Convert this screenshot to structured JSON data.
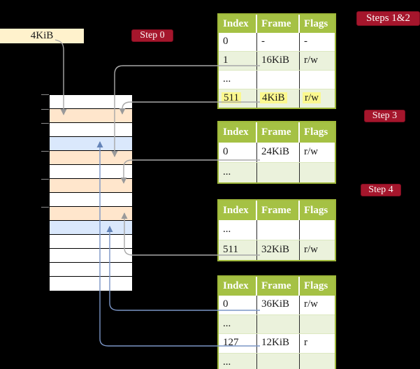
{
  "frame_label": {
    "text": "4KiB"
  },
  "badges": {
    "step0": {
      "label": "Step 0"
    },
    "steps12": {
      "label": "Steps 1&2"
    },
    "step3": {
      "label": "Step 3"
    },
    "step4": {
      "label": "Step 4"
    }
  },
  "memory": {
    "rows": [
      {
        "kind": "empty",
        "color": "#ffffff"
      },
      {
        "kind": "page-table-4kib",
        "color": "#ffe6cc"
      },
      {
        "kind": "empty",
        "color": "#ffffff"
      },
      {
        "kind": "data-frame-12kib",
        "color": "#dae8fc"
      },
      {
        "kind": "page-table-16kib",
        "color": "#ffe6cc"
      },
      {
        "kind": "empty",
        "color": "#ffffff"
      },
      {
        "kind": "page-table-24kib",
        "color": "#ffe6cc"
      },
      {
        "kind": "empty",
        "color": "#ffffff"
      },
      {
        "kind": "page-table-32kib",
        "color": "#ffe6cc"
      },
      {
        "kind": "data-frame-36kib",
        "color": "#dae8fc"
      },
      {
        "kind": "empty",
        "color": "#ffffff"
      },
      {
        "kind": "empty",
        "color": "#ffffff"
      },
      {
        "kind": "empty",
        "color": "#ffffff"
      },
      {
        "kind": "empty",
        "color": "#ffffff"
      }
    ]
  },
  "tables": [
    {
      "id": "page-table-steps-1-2",
      "headers": [
        "Index",
        "Frame",
        "Flags"
      ],
      "rows": [
        {
          "cells": [
            "0",
            "-",
            "-"
          ],
          "tint": false,
          "highlight": false
        },
        {
          "cells": [
            "1",
            "16KiB",
            "r/w"
          ],
          "tint": true,
          "highlight": false
        },
        {
          "cells": [
            "...",
            "",
            ""
          ],
          "tint": false,
          "highlight": false
        },
        {
          "cells": [
            "511",
            "4KiB",
            "r/w"
          ],
          "tint": true,
          "highlight": true
        }
      ]
    },
    {
      "id": "page-table-step-3",
      "headers": [
        "Index",
        "Frame",
        "Flags"
      ],
      "rows": [
        {
          "cells": [
            "0",
            "24KiB",
            "r/w"
          ],
          "tint": false,
          "highlight": false
        },
        {
          "cells": [
            "...",
            "",
            ""
          ],
          "tint": true,
          "highlight": false
        }
      ]
    },
    {
      "id": "page-table-step-4",
      "headers": [
        "Index",
        "Frame",
        "Flags"
      ],
      "rows": [
        {
          "cells": [
            "...",
            "",
            ""
          ],
          "tint": false,
          "highlight": false
        },
        {
          "cells": [
            "511",
            "32KiB",
            "r/w"
          ],
          "tint": true,
          "highlight": false
        }
      ]
    },
    {
      "id": "page-table-final",
      "headers": [
        "Index",
        "Frame",
        "Flags"
      ],
      "rows": [
        {
          "cells": [
            "0",
            "36KiB",
            "r/w"
          ],
          "tint": false,
          "highlight": false
        },
        {
          "cells": [
            "...",
            "",
            ""
          ],
          "tint": true,
          "highlight": false
        },
        {
          "cells": [
            "127",
            "12KiB",
            "r"
          ],
          "tint": false,
          "highlight": false
        },
        {
          "cells": [
            "...",
            "",
            ""
          ],
          "tint": true,
          "highlight": false
        }
      ]
    }
  ],
  "arrows": [
    {
      "id": "a-4kib-label",
      "color_key": "gray",
      "from": "frame-label-4kib",
      "to": "memory-row-4kib"
    },
    {
      "id": "a-t1-entry1",
      "color_key": "gray",
      "from": "table1-entry-1",
      "to": "memory-row-16kib"
    },
    {
      "id": "a-t1-entry511",
      "color_key": "gray",
      "from": "table1-entry-511",
      "to": "memory-row-4kib"
    },
    {
      "id": "a-t2-entry0",
      "color_key": "gray",
      "from": "table2-entry-0",
      "to": "memory-row-24kib"
    },
    {
      "id": "a-t3-entry511",
      "color_key": "gray",
      "from": "table3-entry-511",
      "to": "memory-row-32kib"
    },
    {
      "id": "a-t4-entry0",
      "color_key": "blue",
      "from": "table4-entry-0",
      "to": "memory-row-36kib"
    },
    {
      "id": "a-t4-entry127",
      "color_key": "blue",
      "from": "table4-entry-127",
      "to": "memory-row-12kib"
    }
  ],
  "colors": {
    "background": "#000000",
    "badge_bg": "#a5162c",
    "frame_label_bg": "#fff2cc",
    "mem_page_table": "#ffe6cc",
    "mem_data_frame": "#dae8fc",
    "table_header_bg": "#a5c144",
    "table_row_tint": "#ebf2dc",
    "table_border": "#9fb83a",
    "highlight": "#fbf88f",
    "line_gray": "#a8a8a8",
    "head_gray": "#9a9a9a",
    "line_blue": "#7a95c6",
    "head_blue": "#6484b8"
  }
}
